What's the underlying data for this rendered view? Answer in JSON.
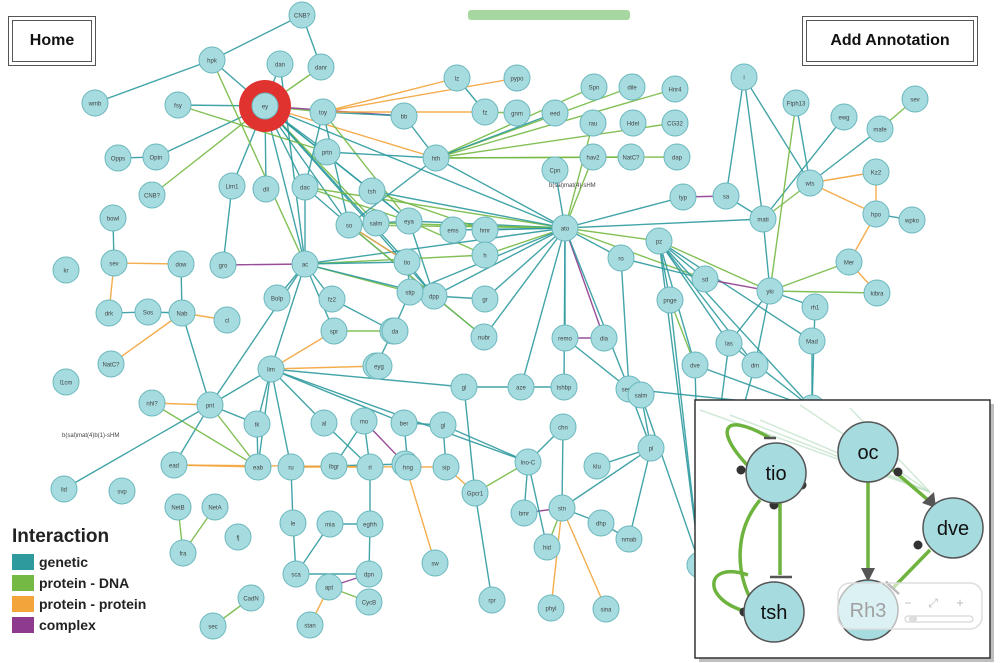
{
  "nav": {
    "home_label": "Home",
    "add_annotation_label": "Add Annotation"
  },
  "legend": {
    "title": "Interaction",
    "items": [
      {
        "label": "genetic",
        "color": "#2e9a9e"
      },
      {
        "label": "protein - DNA",
        "color": "#74b944"
      },
      {
        "label": "protein - protein",
        "color": "#f3a43b"
      },
      {
        "label": "complex",
        "color": "#8e3a8e"
      }
    ]
  },
  "graph": {
    "node_color": "#a6dce0",
    "node_border": "#6ab7bd",
    "highlight_color": "#e0332f",
    "nodes": [
      {
        "id": "hpk",
        "label": "hpk"
      },
      {
        "id": "cnb",
        "label": "CNB?"
      },
      {
        "id": "dan",
        "label": "dan"
      },
      {
        "id": "danr",
        "label": "danr"
      },
      {
        "id": "wmb",
        "label": "wmb"
      },
      {
        "id": "fsy",
        "label": "fsy"
      },
      {
        "id": "ey",
        "label": "ey"
      },
      {
        "id": "toy",
        "label": "toy"
      },
      {
        "id": "bb",
        "label": "bb"
      },
      {
        "id": "opa",
        "label": "Opps"
      },
      {
        "id": "optn",
        "label": "Optn"
      },
      {
        "id": "cnb2",
        "label": "CNB?"
      },
      {
        "id": "lim1",
        "label": "Lim1"
      },
      {
        "id": "prtn",
        "label": "prtn"
      },
      {
        "id": "dll",
        "label": "dll"
      },
      {
        "id": "dac",
        "label": "dac"
      },
      {
        "id": "eya",
        "label": "eya"
      },
      {
        "id": "hth",
        "label": "hth"
      },
      {
        "id": "tsh",
        "label": "tsh"
      },
      {
        "id": "so",
        "label": "so"
      },
      {
        "id": "bowl",
        "label": "bowl"
      },
      {
        "id": "sev",
        "label": "sev"
      },
      {
        "id": "dow",
        "label": "dow"
      },
      {
        "id": "gro",
        "label": "gro"
      },
      {
        "id": "ac",
        "label": "ac"
      },
      {
        "id": "kr",
        "label": "kr"
      },
      {
        "id": "drk",
        "label": "drk"
      },
      {
        "id": "sos",
        "label": "Sos"
      },
      {
        "id": "nab",
        "label": "Nab"
      },
      {
        "id": "cl",
        "label": "cl"
      },
      {
        "id": "bolp",
        "label": "Bolp"
      },
      {
        "id": "fz2",
        "label": "fz2"
      },
      {
        "id": "salm",
        "label": "salm"
      },
      {
        "id": "tio",
        "label": "tio"
      },
      {
        "id": "ems",
        "label": "ems"
      },
      {
        "id": "hmr",
        "label": "hmr"
      },
      {
        "id": "h",
        "label": "h"
      },
      {
        "id": "dpp",
        "label": "dpp"
      },
      {
        "id": "gr",
        "label": "gr"
      },
      {
        "id": "stip",
        "label": "stip"
      },
      {
        "id": "nubr",
        "label": "nubr"
      },
      {
        "id": "nat1",
        "label": "NatC?"
      },
      {
        "id": "spr",
        "label": "spr"
      },
      {
        "id": "s",
        "label": "s"
      },
      {
        "id": "nw",
        "label": "nw"
      },
      {
        "id": "da",
        "label": "da"
      },
      {
        "id": "eyg",
        "label": "eyg"
      },
      {
        "id": "gl",
        "label": "gl"
      },
      {
        "id": "lim",
        "label": "lim"
      },
      {
        "id": "pnt",
        "label": "pnt"
      },
      {
        "id": "nhl7",
        "label": "nhl?"
      },
      {
        "id": "tk",
        "label": "tk"
      },
      {
        "id": "al",
        "label": "al"
      },
      {
        "id": "mo",
        "label": "mo"
      },
      {
        "id": "ber",
        "label": "ber"
      },
      {
        "id": "gl2",
        "label": "gl"
      },
      {
        "id": "aze",
        "label": "aze"
      },
      {
        "id": "tshbp",
        "label": "tshbp"
      },
      {
        "id": "ch",
        "label": "chn"
      },
      {
        "id": "egfr",
        "label": "egfr"
      },
      {
        "id": "ru",
        "label": "ru"
      },
      {
        "id": "lbgr",
        "label": "lbgr"
      },
      {
        "id": "rl",
        "label": "rl"
      },
      {
        "id": "hng",
        "label": "hng"
      },
      {
        "id": "sip",
        "label": "sip"
      },
      {
        "id": "lno",
        "label": "lno-C"
      },
      {
        "id": "ead",
        "label": "ead"
      },
      {
        "id": "eab",
        "label": "eab"
      },
      {
        "id": "lid",
        "label": "lid"
      },
      {
        "id": "svp",
        "label": "svp"
      },
      {
        "id": "netb",
        "label": "NetB"
      },
      {
        "id": "neta",
        "label": "NetA"
      },
      {
        "id": "fra",
        "label": "fra"
      },
      {
        "id": "fj",
        "label": "fj"
      },
      {
        "id": "le",
        "label": "le"
      },
      {
        "id": "ms",
        "label": "mia"
      },
      {
        "id": "egrh",
        "label": "egfrh"
      },
      {
        "id": "sw",
        "label": "sw"
      },
      {
        "id": "gpcr",
        "label": "Gpcr1"
      },
      {
        "id": "bmr",
        "label": "bmr"
      },
      {
        "id": "stn",
        "label": "stn"
      },
      {
        "id": "hid",
        "label": "hid"
      },
      {
        "id": "klu",
        "label": "klu"
      },
      {
        "id": "dhp",
        "label": "dhp"
      },
      {
        "id": "sca",
        "label": "sca"
      },
      {
        "id": "dpn",
        "label": "dpn"
      },
      {
        "id": "apt",
        "label": "apt"
      },
      {
        "id": "cycb",
        "label": "CycB"
      },
      {
        "id": "stan",
        "label": "stan"
      },
      {
        "id": "cad",
        "label": "CadN"
      },
      {
        "id": "sec",
        "label": "sec"
      },
      {
        "id": "rpr",
        "label": "rpr"
      },
      {
        "id": "phyl",
        "label": "phyl"
      },
      {
        "id": "sina",
        "label": "sina"
      },
      {
        "id": "nmab",
        "label": "nmab"
      },
      {
        "id": "pl",
        "label": "pl"
      },
      {
        "id": "lz",
        "label": "lz"
      },
      {
        "id": "ppy",
        "label": "pypo"
      },
      {
        "id": "fz",
        "label": "fz"
      },
      {
        "id": "gnm",
        "label": "gnm"
      },
      {
        "id": "eed",
        "label": "eed"
      },
      {
        "id": "spn",
        "label": "Spn"
      },
      {
        "id": "dile",
        "label": "dile"
      },
      {
        "id": "hnr4",
        "label": "Hnr4"
      },
      {
        "id": "rau",
        "label": "rau"
      },
      {
        "id": "hdel",
        "label": "Hdel"
      },
      {
        "id": "cg",
        "label": "CG32"
      },
      {
        "id": "hav2",
        "label": "hav2"
      },
      {
        "id": "nat2",
        "label": "NatC?"
      },
      {
        "id": "dap",
        "label": "dap"
      },
      {
        "id": "cpn",
        "label": "Cpn"
      },
      {
        "id": "ato",
        "label": "ato"
      },
      {
        "id": "ro",
        "label": "ro"
      },
      {
        "id": "remo",
        "label": "remo"
      },
      {
        "id": "dia",
        "label": "dia"
      },
      {
        "id": "seme",
        "label": "seme"
      },
      {
        "id": "typ",
        "label": "typ"
      },
      {
        "id": "sa",
        "label": "sa"
      },
      {
        "id": "pz",
        "label": "pz"
      },
      {
        "id": "mati",
        "label": "mati"
      },
      {
        "id": "pipe",
        "label": "pnge"
      },
      {
        "id": "sd",
        "label": "sd"
      },
      {
        "id": "yki",
        "label": "yki"
      },
      {
        "id": "las",
        "label": "las"
      },
      {
        "id": "dve",
        "label": "dve"
      },
      {
        "id": "dm",
        "label": "dm"
      },
      {
        "id": "mad",
        "label": "Mad"
      },
      {
        "id": "salm2",
        "label": "salm"
      },
      {
        "id": "l",
        "label": "l"
      },
      {
        "id": "ftph",
        "label": "Ftph13"
      },
      {
        "id": "ewg",
        "label": "ewg"
      },
      {
        "id": "sev2",
        "label": "sev"
      },
      {
        "id": "mafe",
        "label": "mafe"
      },
      {
        "id": "wts",
        "label": "wts"
      },
      {
        "id": "kz",
        "label": "Kz2"
      },
      {
        "id": "hpo",
        "label": "hpo"
      },
      {
        "id": "wpko",
        "label": "wpko"
      },
      {
        "id": "mer",
        "label": "Mer"
      },
      {
        "id": "kibra",
        "label": "kibra"
      },
      {
        "id": "rh1",
        "label": "rh1"
      },
      {
        "id": "l1cm",
        "label": "l1cm"
      },
      {
        "id": "lsd",
        "label": "lsd"
      },
      {
        "id": "rh5",
        "label": "rh5"
      }
    ],
    "labels_free": [
      {
        "label": "b(sal)mat(4)b(1)-sHM"
      },
      {
        "label": "b(sal)mat(4)-sHM"
      }
    ]
  },
  "zoom_panel": {
    "nodes": [
      {
        "id": "tio",
        "label": "tio"
      },
      {
        "id": "oc",
        "label": "oc"
      },
      {
        "id": "dve",
        "label": "dve"
      },
      {
        "id": "tsh",
        "label": "tsh"
      },
      {
        "id": "rh3",
        "label": "Rh3"
      }
    ],
    "zoom_controls": {
      "minus": "−",
      "plus": "+",
      "fit": "⤢"
    }
  }
}
